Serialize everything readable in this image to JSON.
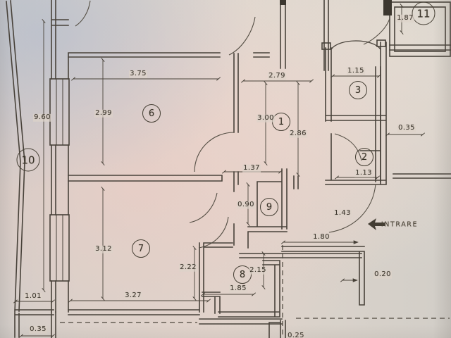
{
  "plan": {
    "rooms": [
      {
        "label": "1"
      },
      {
        "label": "2"
      },
      {
        "label": "3"
      },
      {
        "label": "6"
      },
      {
        "label": "7"
      },
      {
        "label": "8"
      },
      {
        "label": "9"
      },
      {
        "label": "10"
      },
      {
        "label": "11"
      }
    ],
    "dims": [
      {
        "text": "3.75"
      },
      {
        "text": "2.99"
      },
      {
        "text": "9.60"
      },
      {
        "text": "2.79"
      },
      {
        "text": "3.00"
      },
      {
        "text": "2.86"
      },
      {
        "text": "1.15"
      },
      {
        "text": "0.35"
      },
      {
        "text": "1.13"
      },
      {
        "text": "1.37"
      },
      {
        "text": "0.90"
      },
      {
        "text": "1.43"
      },
      {
        "text": "1.80"
      },
      {
        "text": "0.20"
      },
      {
        "text": "2.15"
      },
      {
        "text": "1.85"
      },
      {
        "text": "2.22"
      },
      {
        "text": "3.12"
      },
      {
        "text": "3.27"
      },
      {
        "text": "1.01"
      },
      {
        "text": "0.35"
      },
      {
        "text": "1.87"
      },
      {
        "text": "0.25"
      }
    ],
    "entrance": {
      "label": "INTRARE"
    }
  }
}
